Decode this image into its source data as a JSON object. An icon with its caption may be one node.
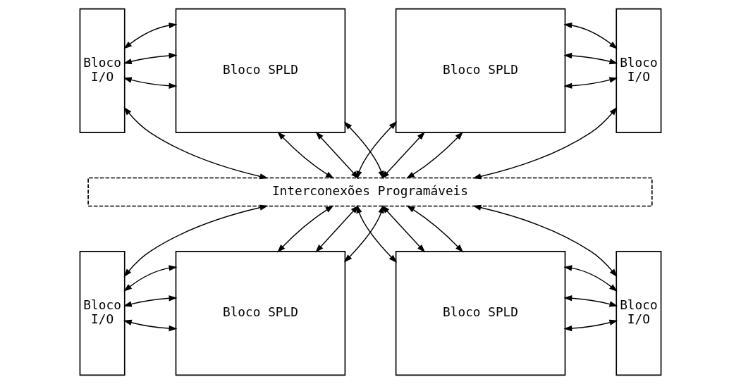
{
  "diagram": {
    "nodes": [
      {
        "text": [
          "Bloco I/O"
        ]
      },
      {
        "text": [
          "Bloco SPLD"
        ]
      },
      {
        "text": [
          "Bloco SPLD"
        ]
      },
      {
        "text": [
          "Bloco I/O"
        ]
      },
      {
        "text": [
          "Interconexões Programáveis"
        ]
      },
      {
        "text": [
          "Bloco I/O"
        ]
      },
      {
        "text": [
          "Bloco SPLD"
        ]
      },
      {
        "text": [
          "Bloco SPLD"
        ]
      },
      {
        "text": [
          "Bloco I/O"
        ]
      }
    ],
    "edges": [
      {
        "from": 0,
        "to": 1,
        "arrow": "both"
      },
      {
        "from": 0,
        "to": 1,
        "arrow": "both"
      },
      {
        "from": 0,
        "to": 1,
        "arrow": "both"
      },
      {
        "from": 2,
        "to": 3,
        "arrow": "both"
      },
      {
        "from": 2,
        "to": 3,
        "arrow": "both"
      },
      {
        "from": 2,
        "to": 3,
        "arrow": "both"
      },
      {
        "from": 0,
        "to": 4,
        "arrow": "both"
      },
      {
        "from": 1,
        "to": 4,
        "arrow": "both"
      },
      {
        "from": 1,
        "to": 4,
        "arrow": "both"
      },
      {
        "from": 1,
        "to": 4,
        "arrow": "both"
      },
      {
        "from": 2,
        "to": 4,
        "arrow": "both"
      },
      {
        "from": 2,
        "to": 4,
        "arrow": "both"
      },
      {
        "from": 2,
        "to": 4,
        "arrow": "both"
      },
      {
        "from": 3,
        "to": 4,
        "arrow": "both"
      },
      {
        "from": 4,
        "to": 5,
        "arrow": "both"
      },
      {
        "from": 4,
        "to": 6,
        "arrow": "both"
      },
      {
        "from": 4,
        "to": 6,
        "arrow": "both"
      },
      {
        "from": 4,
        "to": 6,
        "arrow": "both"
      },
      {
        "from": 4,
        "to": 7,
        "arrow": "both"
      },
      {
        "from": 4,
        "to": 7,
        "arrow": "both"
      },
      {
        "from": 4,
        "to": 7,
        "arrow": "both"
      },
      {
        "from": 4,
        "to": 8,
        "arrow": "both"
      },
      {
        "from": 5,
        "to": 6,
        "arrow": "both"
      },
      {
        "from": 5,
        "to": 6,
        "arrow": "both"
      },
      {
        "from": 5,
        "to": 6,
        "arrow": "both"
      },
      {
        "from": 7,
        "to": 8,
        "arrow": "both"
      },
      {
        "from": 7,
        "to": 8,
        "arrow": "both"
      },
      {
        "from": 7,
        "to": 8,
        "arrow": "both"
      }
    ]
  }
}
